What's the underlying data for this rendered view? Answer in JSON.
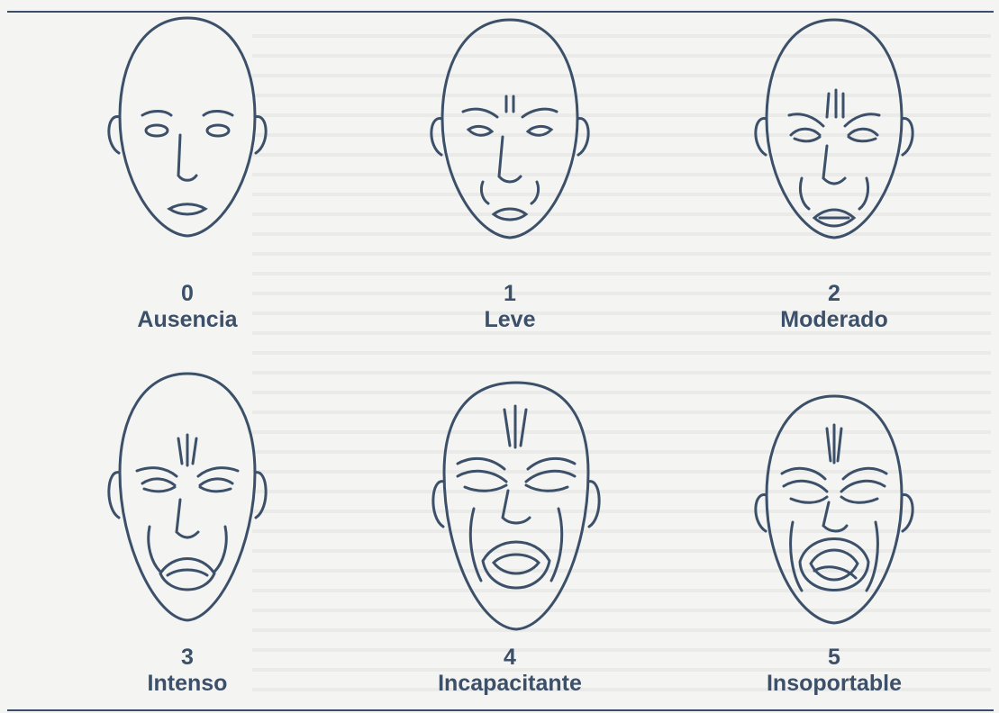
{
  "colors": {
    "ink": "#3c5069",
    "paper": "#f4f4f2"
  },
  "scale": [
    {
      "level": "0",
      "label": "Ausencia"
    },
    {
      "level": "1",
      "label": "Leve"
    },
    {
      "level": "2",
      "label": "Moderado"
    },
    {
      "level": "3",
      "label": "Intenso"
    },
    {
      "level": "4",
      "label": "Incapacitante"
    },
    {
      "level": "5",
      "label": "Insoportable"
    }
  ]
}
